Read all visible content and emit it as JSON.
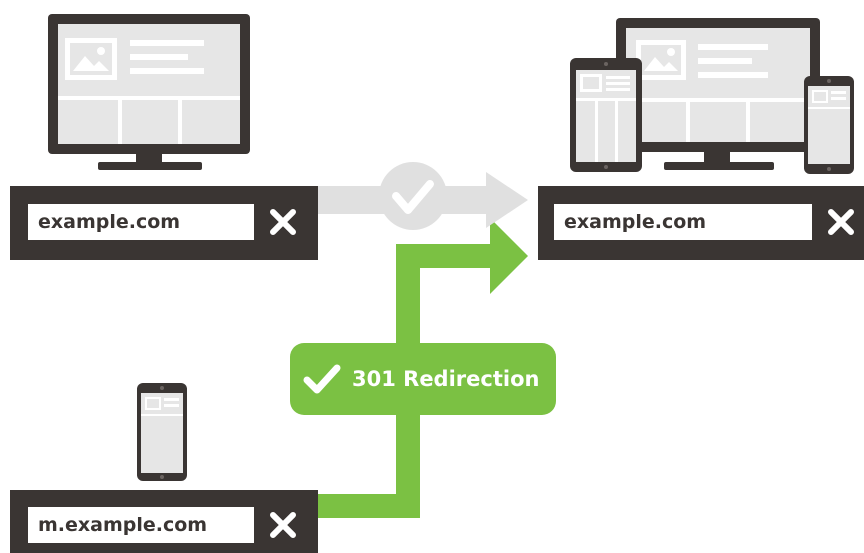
{
  "colors": {
    "device_frame": "#3a3533",
    "screen": "#e6e6e6",
    "screen_lines": "#ffffff",
    "url_bar": "#3a3533",
    "redirect_green": "#7bc143",
    "inactive_arrow": "#e0e0e0"
  },
  "desktop_url_bar": {
    "url": "example.com",
    "close_icon": "close-icon"
  },
  "responsive_url_bar": {
    "url": "example.com",
    "close_icon": "close-icon"
  },
  "mobile_url_bar": {
    "url": "m.example.com",
    "close_icon": "close-icon"
  },
  "connectors": {
    "same_url": {
      "state": "inactive",
      "icon": "check-icon"
    },
    "redirect": {
      "label": "301 Redirection",
      "icon": "check-icon"
    }
  },
  "devices": {
    "left": [
      "desktop-monitor",
      "mobile-phone"
    ],
    "right": [
      "tablet",
      "desktop-monitor",
      "mobile-phone"
    ]
  }
}
